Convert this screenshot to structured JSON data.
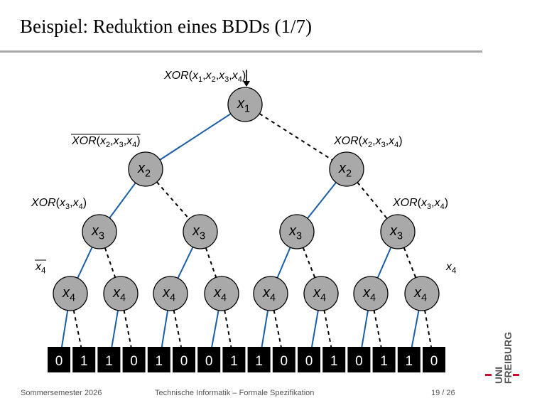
{
  "slide": {
    "title": "Beispiel: Reduktion eines BDDs (1/7)"
  },
  "footer": {
    "semester": "Sommersemester 2026",
    "course": "Technische Informatik – Formale Spezifikation",
    "page": "19 / 26"
  },
  "logo": {
    "line1": "UNI",
    "line2": "FREIBURG",
    "accent_color": "#c8102e"
  },
  "colors": {
    "high_edge": "#1a5ea8",
    "low_edge": "#000000",
    "node_fill": "#a9a9a9",
    "terminal_fill": "#000000",
    "terminal_text": "#ffffff"
  },
  "diagram": {
    "root_label": {
      "name": "XOR",
      "args": [
        "x",
        "1",
        "x",
        "2",
        "x",
        "3",
        "x",
        "4"
      ]
    },
    "left_l1_label": {
      "name": "XOR",
      "args": [
        "x",
        "2",
        "x",
        "3",
        "x",
        "4"
      ],
      "overline": true
    },
    "right_l1_label": {
      "name": "XOR",
      "args": [
        "x",
        "2",
        "x",
        "3",
        "x",
        "4"
      ]
    },
    "left_l2_label": {
      "name": "XOR",
      "args": [
        "x",
        "3",
        "x",
        "4"
      ]
    },
    "right_l2_label": {
      "name": "XOR",
      "args": [
        "x",
        "3",
        "x",
        "4"
      ]
    },
    "left_l3_label": {
      "var": "x",
      "sub": "4",
      "overline": true
    },
    "right_l3_label": {
      "var": "x",
      "sub": "4"
    },
    "levels": [
      {
        "var": "x",
        "sub": "1"
      },
      {
        "var": "x",
        "sub": "2"
      },
      {
        "var": "x",
        "sub": "3"
      },
      {
        "var": "x",
        "sub": "4"
      }
    ],
    "terminals": [
      "0",
      "1",
      "1",
      "0",
      "1",
      "0",
      "0",
      "1",
      "1",
      "0",
      "0",
      "1",
      "0",
      "1",
      "1",
      "0"
    ]
  }
}
